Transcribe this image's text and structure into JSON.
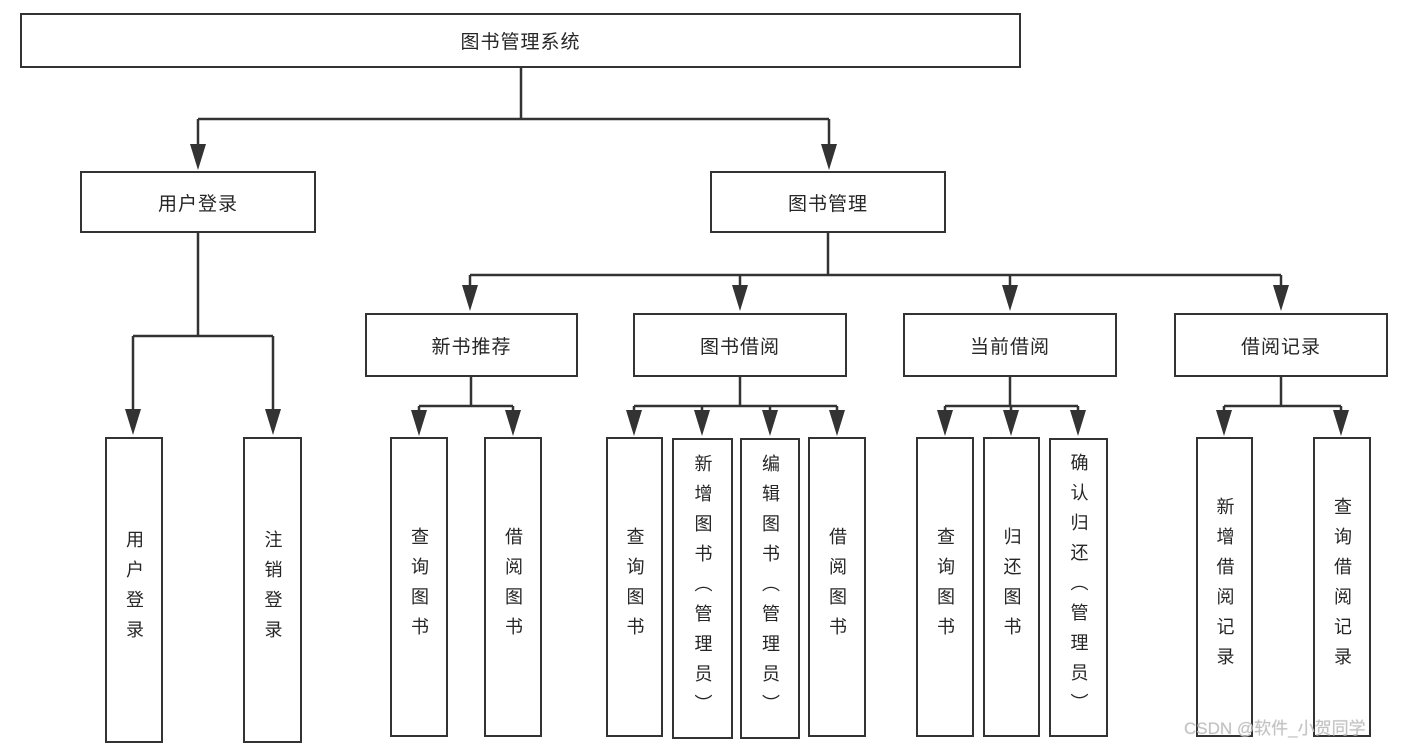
{
  "diagram": {
    "type": "tree",
    "watermark": "CSDN @软件_小贺同学",
    "colors": {
      "line": "#333333",
      "box_border": "#333333",
      "text": "#262626",
      "watermark": "#c2c2c2",
      "background": "#ffffff"
    }
  },
  "nodes": {
    "root": {
      "label": "图书管理系统"
    },
    "user_login": {
      "label": "用户登录",
      "children": [
        {
          "label": "用户登录"
        },
        {
          "label": "注销登录"
        }
      ]
    },
    "book_mgmt": {
      "label": "图书管理",
      "children": [
        {
          "label": "新书推荐",
          "children": [
            {
              "label": "查询图书"
            },
            {
              "label": "借阅图书"
            }
          ]
        },
        {
          "label": "图书借阅",
          "children": [
            {
              "label": "查询图书"
            },
            {
              "label": "新增图书（管理员）"
            },
            {
              "label": "编辑图书（管理员）"
            },
            {
              "label": "借阅图书"
            }
          ]
        },
        {
          "label": "当前借阅",
          "children": [
            {
              "label": "查询图书"
            },
            {
              "label": "归还图书"
            },
            {
              "label": "确认归还（管理员）"
            }
          ]
        },
        {
          "label": "借阅记录",
          "children": [
            {
              "label": "新增借阅记录"
            },
            {
              "label": "查询借阅记录"
            }
          ]
        }
      ]
    }
  }
}
